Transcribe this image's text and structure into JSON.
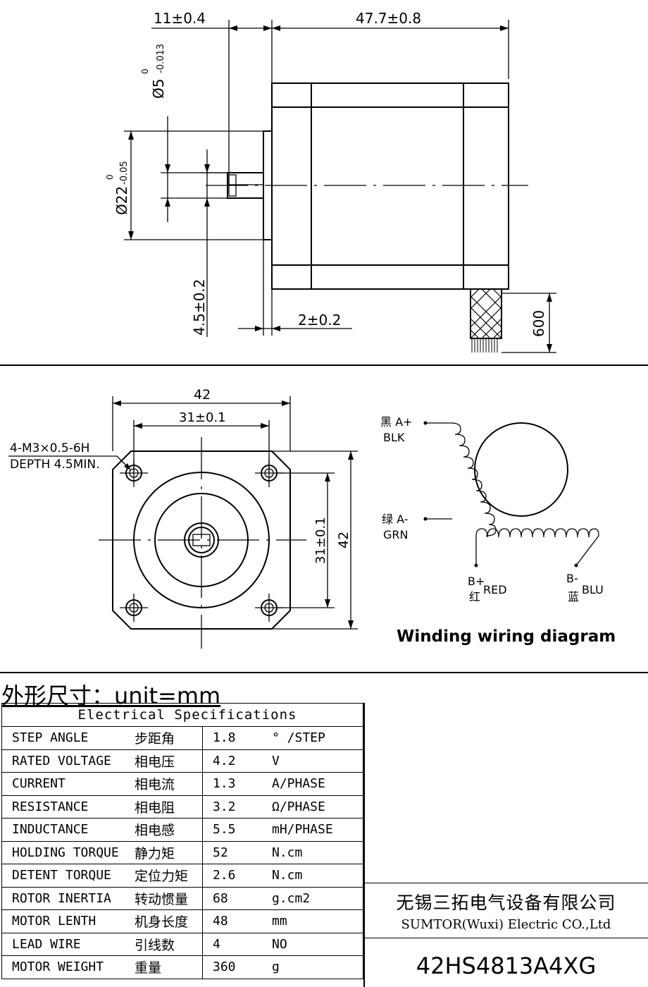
{
  "side_view": {
    "dim_shaft_len": "11±0.4",
    "dim_body_len": "47.7±0.8",
    "dim_shaft_dia": "Ø5",
    "dim_shaft_tol_top": "0",
    "dim_shaft_tol_bottom": "-0.013",
    "dim_boss_dia": "Ø22",
    "dim_boss_tol_top": "0",
    "dim_boss_tol_bottom": "-0.05",
    "dim_flat": "4.5±0.2",
    "dim_boss_height": "2±0.2",
    "dim_wire_len": "600"
  },
  "front_view": {
    "dim_width": "42",
    "dim_hole_spacing_h": "31±0.1",
    "dim_hole_spacing_v": "31±0.1",
    "dim_height": "42",
    "thread_note_line1": "4-M3×0.5-6H",
    "thread_note_line2": "DEPTH 4.5MIN."
  },
  "wiring": {
    "a_plus_zh": "黑 A+",
    "a_plus_en": "BLK",
    "a_minus_zh": "绿 A-",
    "a_minus_en": "GRN",
    "b_plus_sym": "B+",
    "b_plus_zh": "红",
    "b_plus_en": "RED",
    "b_minus_sym": "B-",
    "b_minus_zh": "蓝",
    "b_minus_en": "BLU",
    "caption": "Winding wiring diagram"
  },
  "spec_title": "外形尺寸：unit=mm",
  "spec_header": "Electrical Specifications",
  "spec_rows": [
    {
      "en": "STEP ANGLE",
      "zh": "步距角",
      "value": "1.8",
      "unit": "° /STEP"
    },
    {
      "en": "RATED VOLTAGE",
      "zh": "相电压",
      "value": "4.2",
      "unit": "V"
    },
    {
      "en": "CURRENT",
      "zh": "相电流",
      "value": "1.3",
      "unit": "A/PHASE"
    },
    {
      "en": "RESISTANCE",
      "zh": "相电阻",
      "value": "3.2",
      "unit": "Ω/PHASE"
    },
    {
      "en": "INDUCTANCE",
      "zh": "相电感",
      "value": "5.5",
      "unit": "mH/PHASE"
    },
    {
      "en": "HOLDING TORQUE",
      "zh": "静力矩",
      "value": "52",
      "unit": "N.cm"
    },
    {
      "en": "DETENT TORQUE",
      "zh": "定位力矩",
      "value": "2.6",
      "unit": "N.cm"
    },
    {
      "en": "ROTOR INERTIA",
      "zh": "转动惯量",
      "value": "68",
      "unit": "g.cm2"
    },
    {
      "en": "MOTOR LENTH",
      "zh": "机身长度",
      "value": "48",
      "unit": "mm"
    },
    {
      "en": "LEAD WIRE",
      "zh": "引线数",
      "value": "4",
      "unit": "NO"
    },
    {
      "en": "MOTOR WEIGHT",
      "zh": "重量",
      "value": "360",
      "unit": "g"
    }
  ],
  "company": {
    "name_cn": "无锡三拓电气设备有限公司",
    "name_en": "SUMTOR(Wuxi) Electric CO.,Ltd",
    "model": "42HS4813A4XG"
  }
}
